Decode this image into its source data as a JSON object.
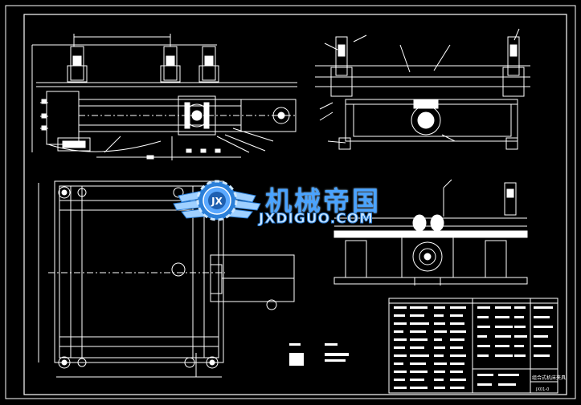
{
  "viewer": {
    "background_color": "#000000",
    "line_color": "#ffffff",
    "accent_color": "#ffff66"
  },
  "watermark": {
    "chinese_text": "机械帝国",
    "site_text": "JXDIGUO.COM",
    "logo_letters": "JX",
    "brand_color": "#4aa3ff"
  },
  "title_block": {
    "drawing_title": "组合式机床夹具",
    "drawing_code": "JX01-0"
  }
}
